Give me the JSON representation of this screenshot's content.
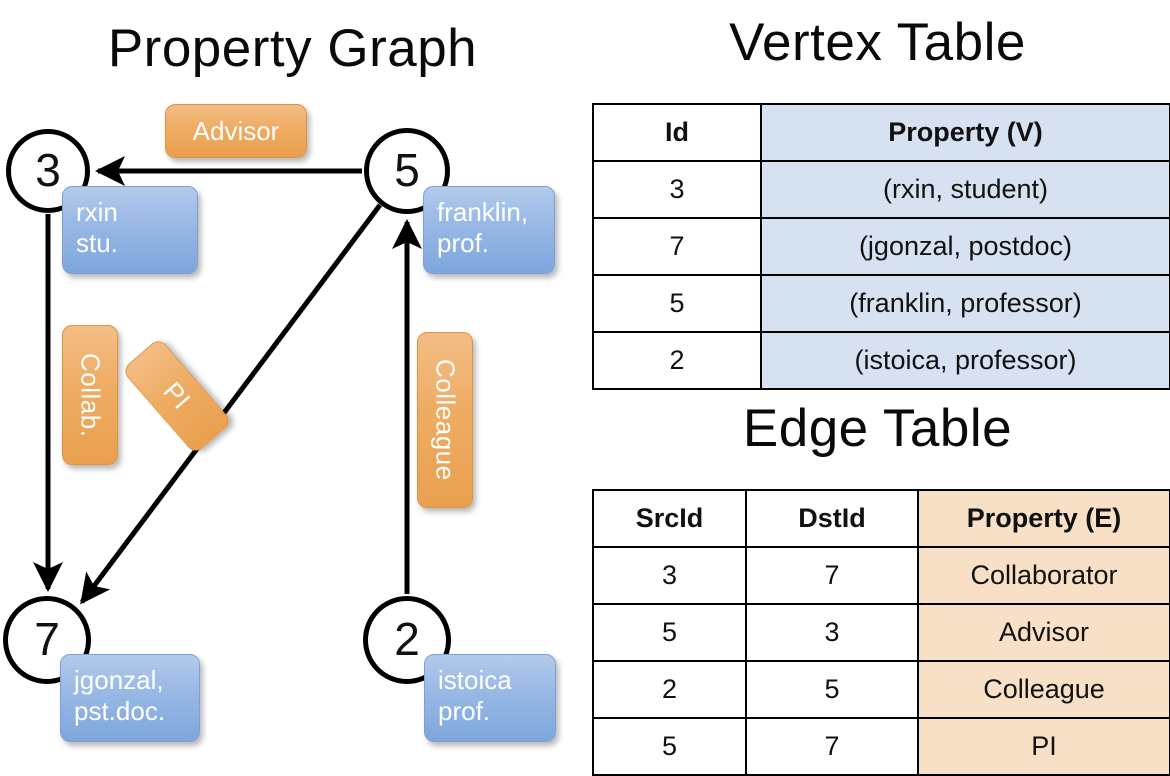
{
  "titles": {
    "property_graph": "Property Graph",
    "vertex_table": "Vertex Table",
    "edge_table": "Edge Table"
  },
  "graph": {
    "nodes": [
      {
        "id": "3",
        "property_label": "rxin\nstu.",
        "line1": "rxin",
        "line2": "stu."
      },
      {
        "id": "5",
        "property_label": "franklin, prof.",
        "line1": "franklin,",
        "line2": "prof."
      },
      {
        "id": "7",
        "property_label": "jgonzal, pst.doc.",
        "line1": "jgonzal,",
        "line2": "pst.doc."
      },
      {
        "id": "2",
        "property_label": "istoica prof.",
        "line1": "istoica",
        "line2": "prof."
      }
    ],
    "edge_labels": [
      {
        "name": "advisor",
        "text": "Advisor",
        "orientation": "horizontal"
      },
      {
        "name": "collab",
        "text": "Collab.",
        "orientation": "vertical"
      },
      {
        "name": "pi",
        "text": "PI",
        "orientation": "rotated"
      },
      {
        "name": "colleague",
        "text": "Colleague",
        "orientation": "vertical"
      }
    ],
    "edges": [
      {
        "from": "5",
        "to": "3",
        "label": "Advisor"
      },
      {
        "from": "3",
        "to": "7",
        "label": "Collab."
      },
      {
        "from": "5",
        "to": "7",
        "label": "PI"
      },
      {
        "from": "2",
        "to": "5",
        "label": "Colleague"
      }
    ]
  },
  "vertex_table": {
    "headers": [
      "Id",
      "Property (V)"
    ],
    "rows": [
      {
        "id": "3",
        "property": "(rxin, student)"
      },
      {
        "id": "7",
        "property": "(jgonzal, postdoc)"
      },
      {
        "id": "5",
        "property": "(franklin, professor)"
      },
      {
        "id": "2",
        "property": "(istoica, professor)"
      }
    ]
  },
  "edge_table": {
    "headers": [
      "SrcId",
      "DstId",
      "Property (E)"
    ],
    "rows": [
      {
        "src": "3",
        "dst": "7",
        "property": "Collaborator"
      },
      {
        "src": "5",
        "dst": "3",
        "property": "Advisor"
      },
      {
        "src": "2",
        "dst": "5",
        "property": "Colleague"
      },
      {
        "src": "5",
        "dst": "7",
        "property": "PI"
      }
    ]
  },
  "colors": {
    "vertex_header_fill": "#d6e1f2",
    "edge_header_fill": "#f8e0c6",
    "vertex_box_blue": "#9cbbe6",
    "edge_box_orange": "#eeac63",
    "stroke": "#000000",
    "background": "#ffffff"
  }
}
